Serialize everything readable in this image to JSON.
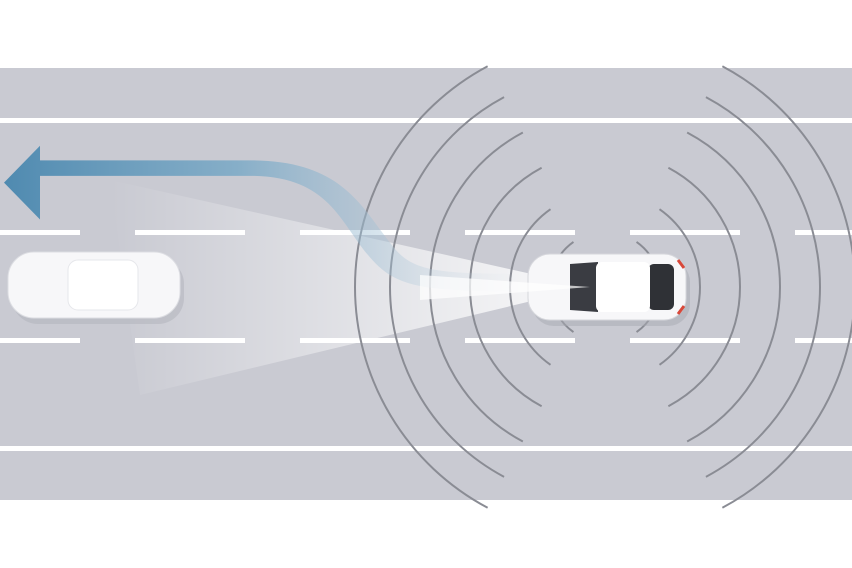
{
  "colors": {
    "background": "#ffffff",
    "road": "#c9cad2",
    "lane_marking": "#ffffff",
    "sensor_wave": "#8a8c94",
    "path_arrow": "#5b93b5",
    "car_body": "#f7f7f9",
    "car_glass": "#3a3c42",
    "tail_light": "#d8483a"
  },
  "icons": {
    "ego_car": "car-top-view",
    "lead_car": "car-top-view",
    "lane_change_arrow": "arrow-left-curved",
    "sensor_waves": "radar-arcs"
  }
}
